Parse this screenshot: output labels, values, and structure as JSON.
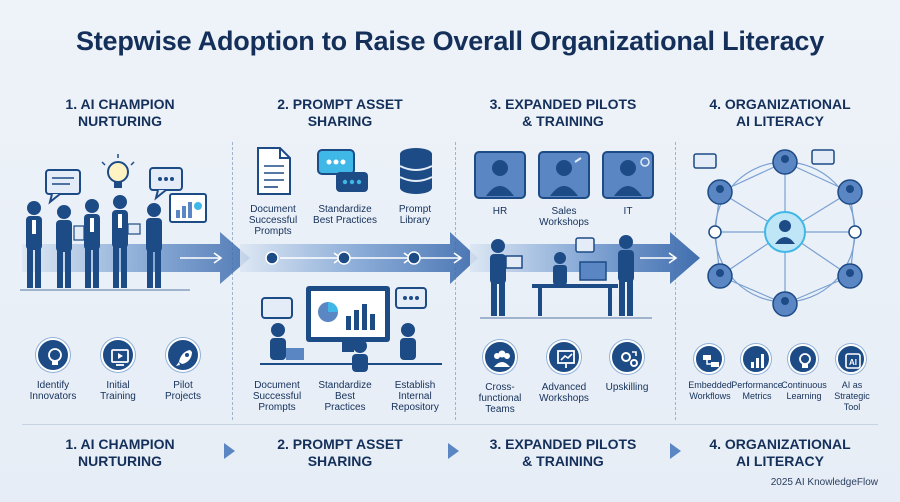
{
  "title": "Stepwise Adoption to Raise Overall Organizational Literacy",
  "stages": [
    {
      "heading": "1. AI CHAMPION\nNURTURING",
      "icons": [
        "Identify\nInnovators",
        "Initial\nTraining",
        "Pilot\nProjects"
      ]
    },
    {
      "heading": "2. PROMPT ASSET\nSHARING",
      "top_items": [
        "Document\nSuccessful\nPrompts",
        "Standardize\nBest Practices",
        "Prompt\nLibrary"
      ],
      "icons": [
        "Document\nSuccessful\nPrompts",
        "Standardize\nBest\nPractices",
        "Establish\nInternal\nRepository"
      ]
    },
    {
      "heading": "3. EXPANDED PILOTS\n& TRAINING",
      "top_items": [
        "HR",
        "Sales\nWorkshops",
        "IT"
      ],
      "icons": [
        "Cross-\nfunctional\nTeams",
        "Advanced\nWorkshops",
        "Upskilling"
      ]
    },
    {
      "heading": "4. ORGANIZATIONAL\nAI LITERACY",
      "icons": [
        "Embedded\nWorkflows",
        "Performance\nMetrics",
        "Continuous\nLearning",
        "AI as\nStrategic\nTool"
      ]
    }
  ],
  "copyright": "2025 AI KnowledgeFlow",
  "colors": {
    "navy": "#14305a",
    "accent": "#1d4b86",
    "arrow": "#5b86c4",
    "glow": "#3fb8e8"
  }
}
